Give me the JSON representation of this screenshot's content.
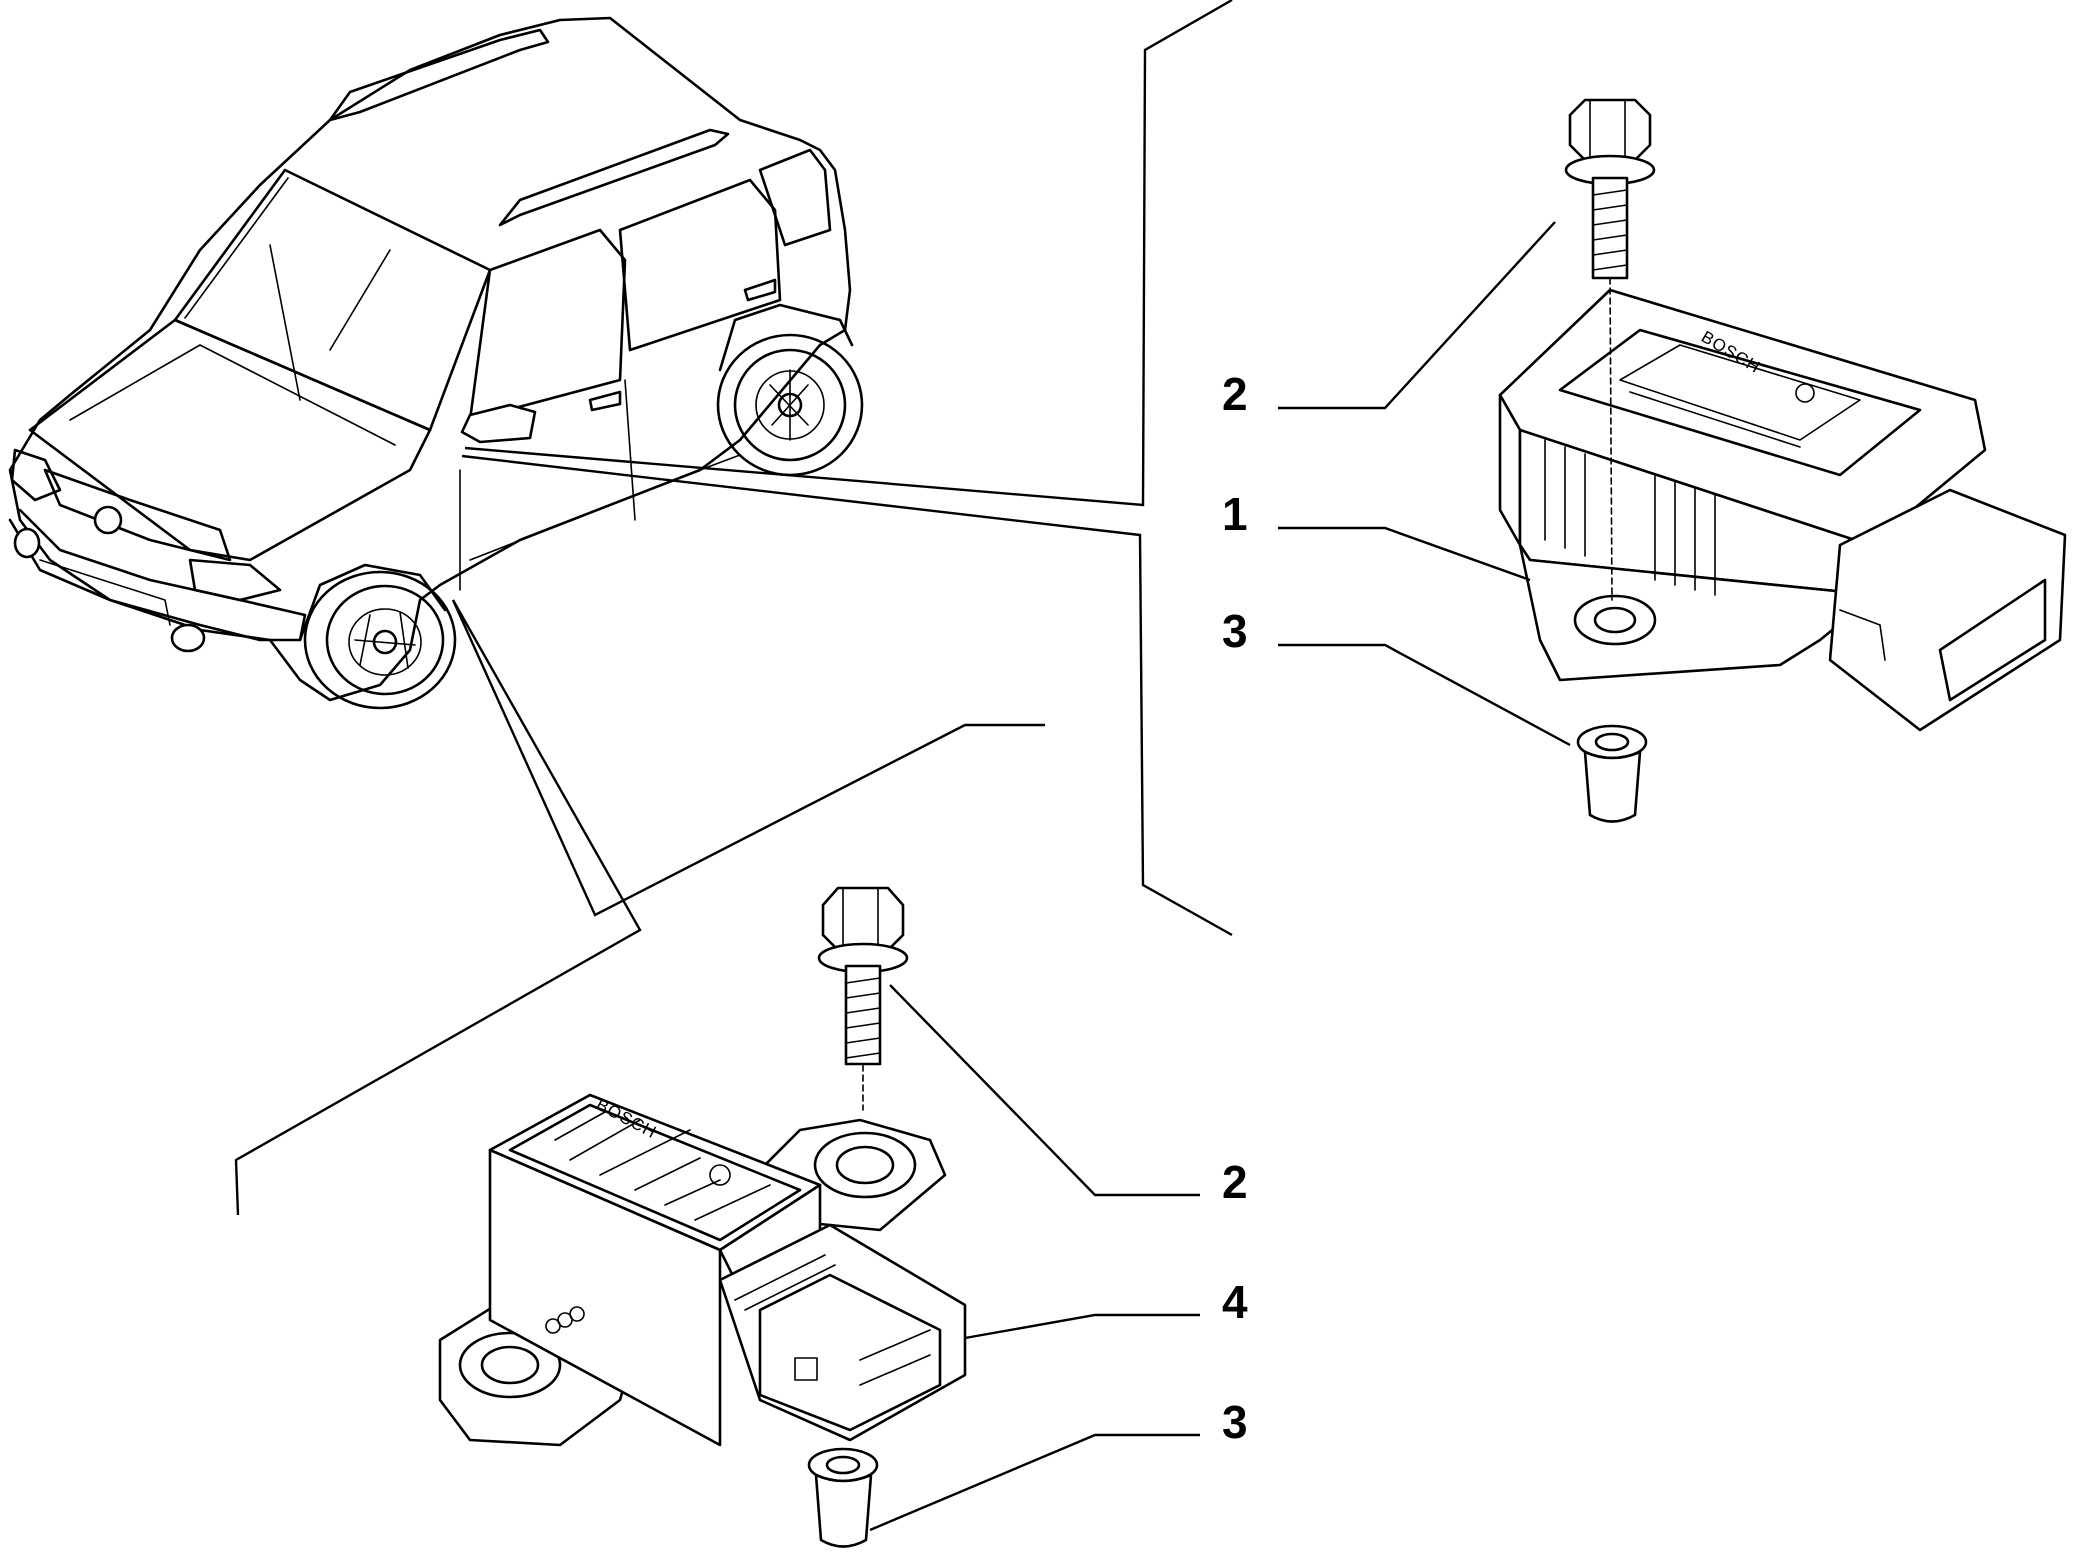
{
  "diagram": {
    "callouts": {
      "upper_sensor": "1",
      "upper_bolt": "2",
      "upper_nut": "3",
      "lower_bolt": "2",
      "lower_sensor": "4",
      "lower_nut": "3"
    },
    "brand_marks": {
      "upper_sensor": "BOSCH",
      "lower_sensor": "BOSCH"
    }
  }
}
